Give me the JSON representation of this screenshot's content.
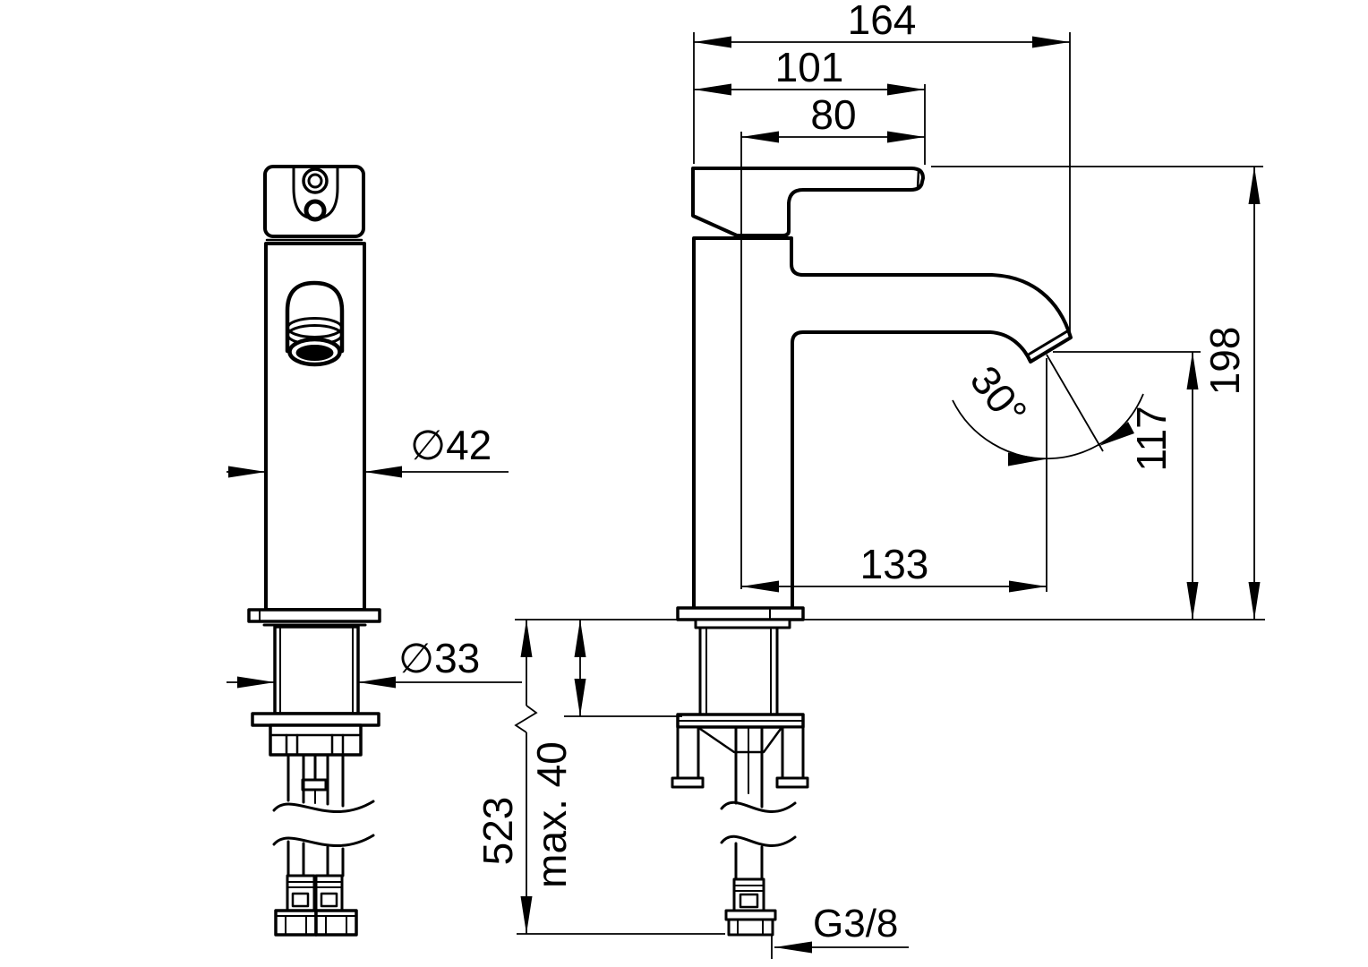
{
  "drawing": {
    "type": "technical-dimension-drawing",
    "subject": "single-lever basin faucet, front and side views with installation dimensions",
    "background_color": "#ffffff",
    "line_color": "#000000",
    "dimensions": {
      "spout_total_reach": "164",
      "lever_reach": "101",
      "lever_length": "80",
      "total_height": "198",
      "outlet_height": "117",
      "spout_reach_from_axis": "133",
      "outlet_angle": "30°",
      "body_diameter": "∅42",
      "shank_diameter": "∅33",
      "hose_length": "523",
      "max_deck_thickness": "max. 40",
      "connection_thread": "G3/8"
    }
  }
}
